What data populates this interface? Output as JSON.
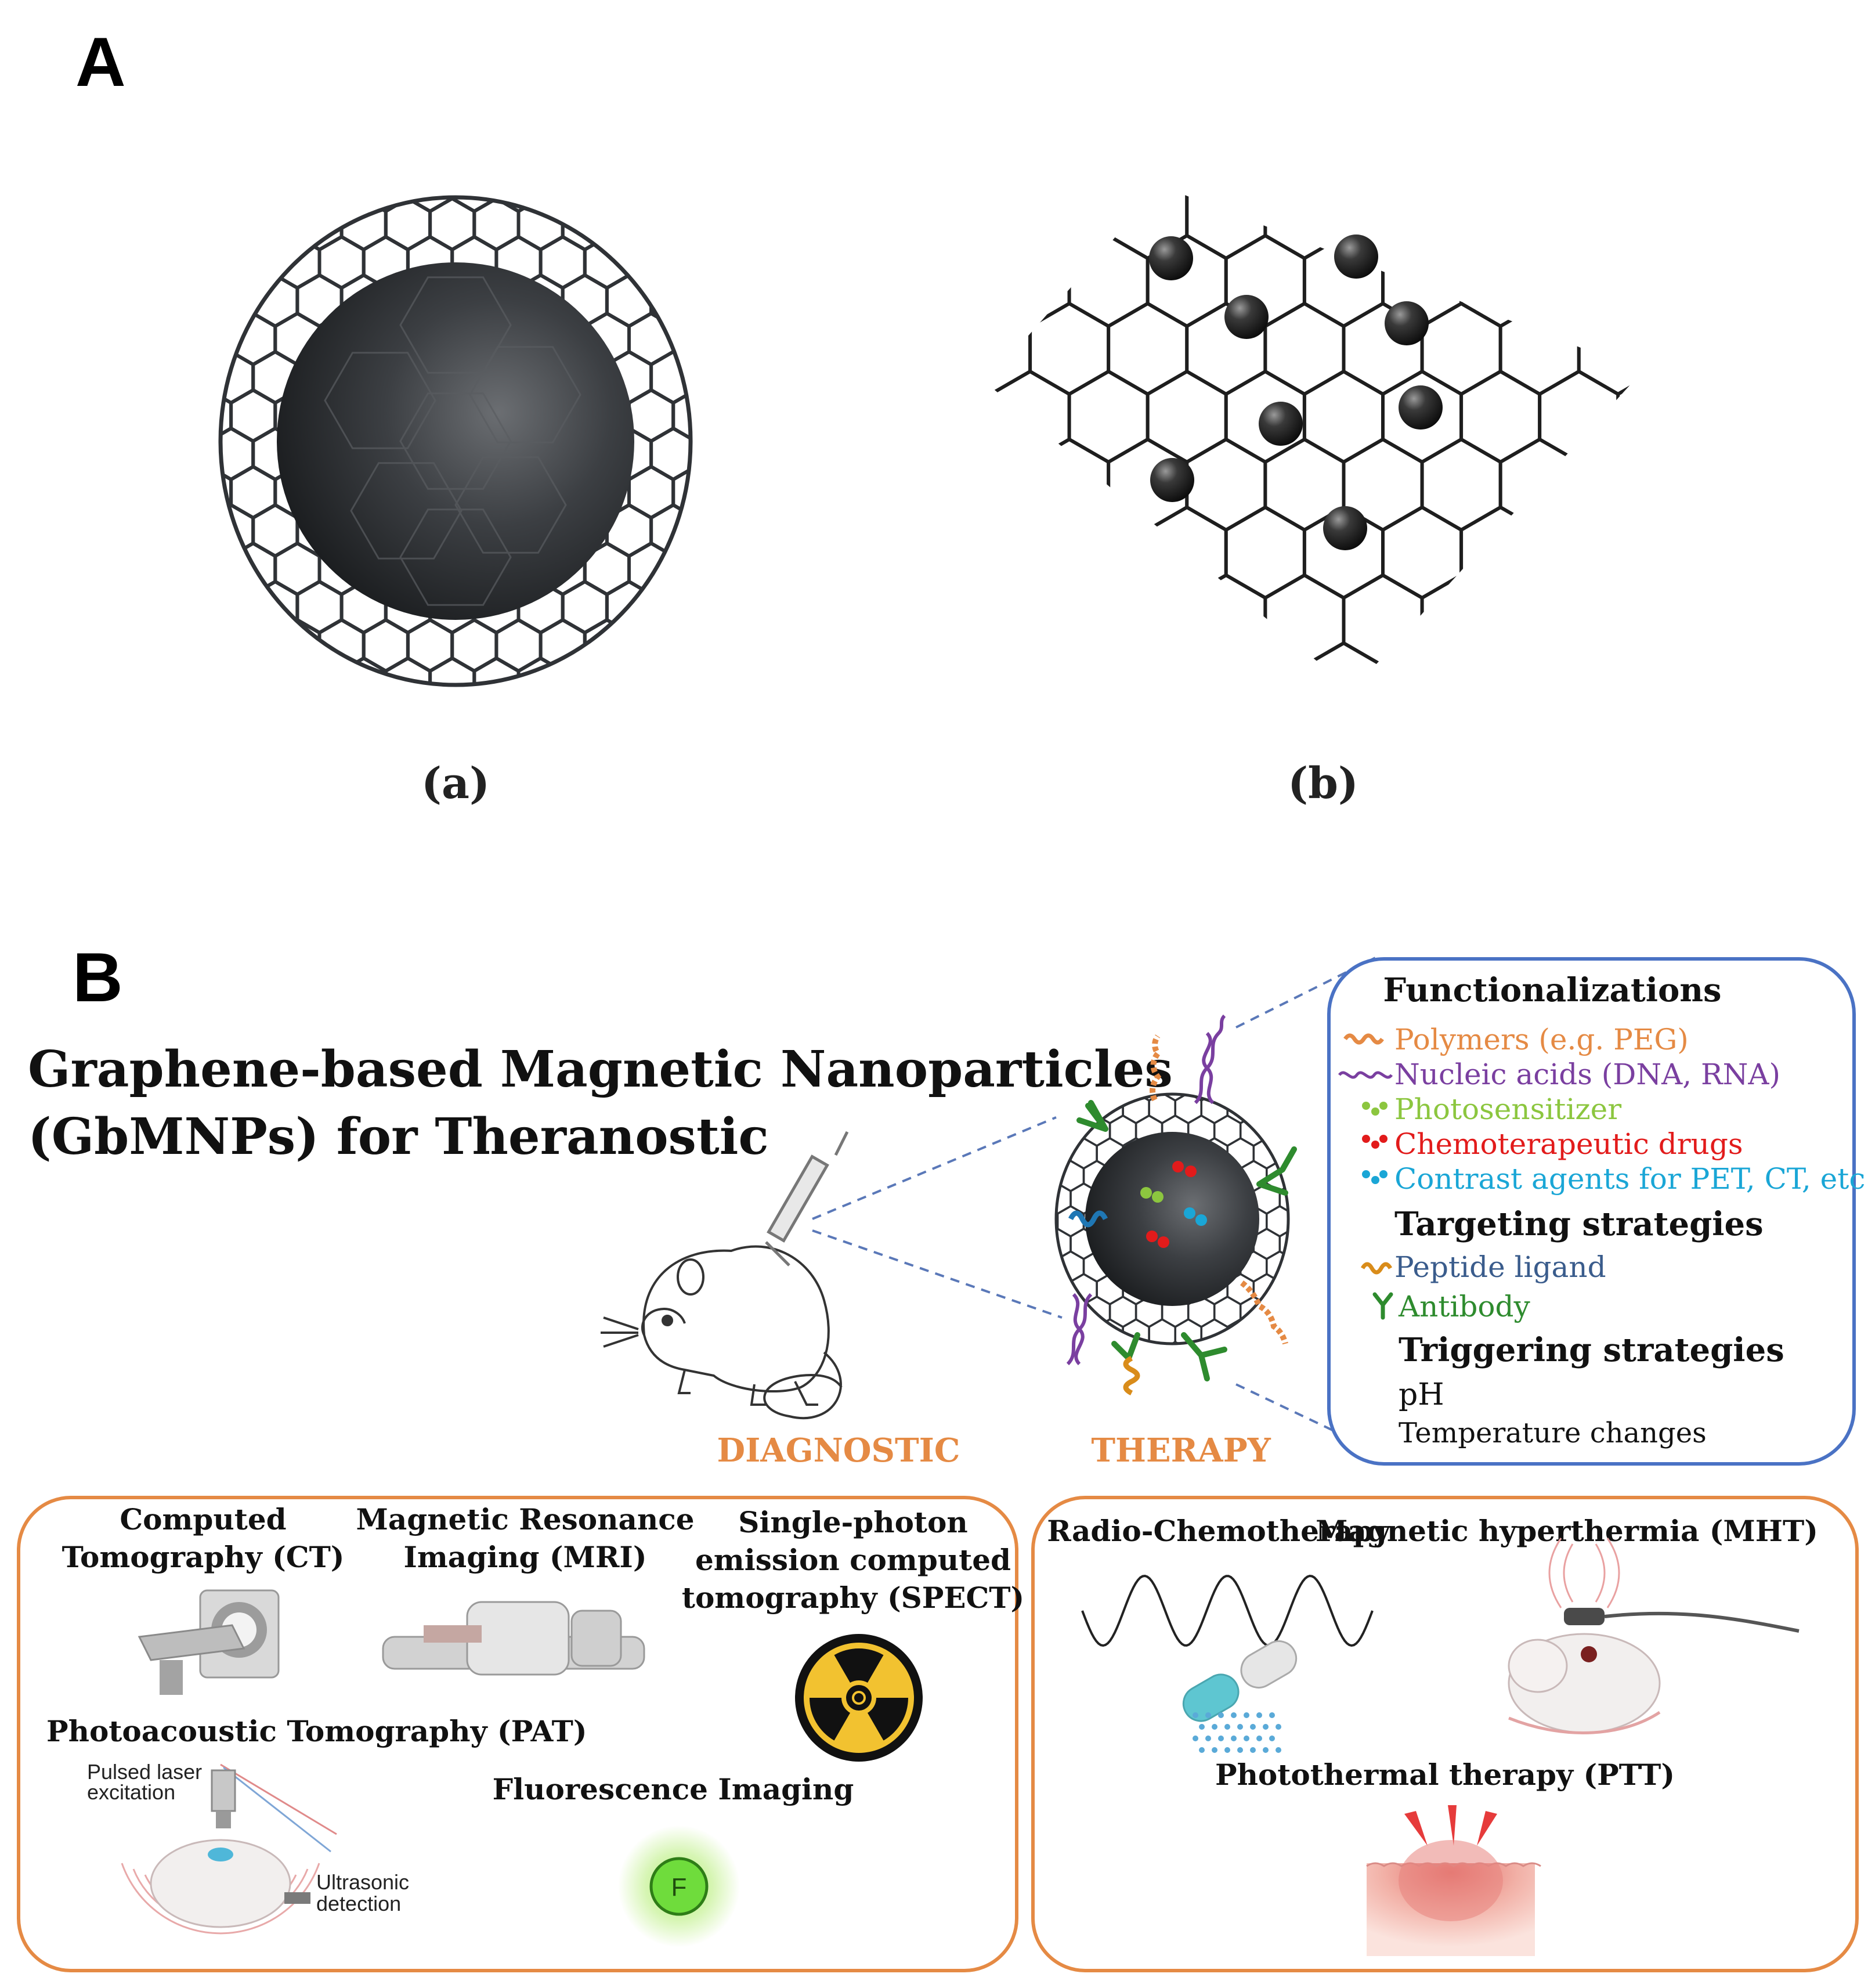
{
  "panel_a": {
    "letter": "A",
    "sub_a": "(a)",
    "sub_b": "(b)"
  },
  "panel_b": {
    "letter": "B",
    "title_line1": "Graphene-based  Magnetic  Nanoparticles",
    "title_line2": "(GbMNPs) for Theranostic"
  },
  "functionalizations": {
    "heading": "Functionalizations",
    "items": [
      {
        "label": "Polymers (e.g. PEG)",
        "color": "#e58a44"
      },
      {
        "label": "Nucleic acids (DNA, RNA)",
        "color": "#7a3fa0"
      },
      {
        "label": "Photosensitizer",
        "color": "#8cc63f"
      },
      {
        "label": "Chemoterapeutic drugs",
        "color": "#e21b1b"
      },
      {
        "label": "Contrast agents for PET, CT, etc.",
        "color": "#1aa6d6"
      }
    ],
    "targeting_heading": "Targeting strategies",
    "targeting_items": [
      {
        "label": "Peptide ligand",
        "color": "#3a5c8c"
      },
      {
        "label": "Antibody",
        "color": "#2e8b2e"
      }
    ],
    "triggering_heading": "Triggering  strategies",
    "triggering_items": [
      "pH",
      "Temperature changes"
    ]
  },
  "sections": {
    "diagnostic": "DIAGNOSTIC",
    "therapy": "THERAPY",
    "accent_color": "#e58a44",
    "box_color": "#4a72c4"
  },
  "diagnostic": {
    "ct_line1": "Computed",
    "ct_line2": "Tomography  (CT)",
    "mri_line1": "Magnetic Resonance",
    "mri_line2": "Imaging (MRI)",
    "spect_line1": "Single-photon",
    "spect_line2": "emission computed",
    "spect_line3": "tomography (SPECT)",
    "pat": "Photoacoustic Tomography (PAT)",
    "pat_laser_line1": "Pulsed laser",
    "pat_laser_line2": "excitation",
    "pat_us_line1": "Ultrasonic",
    "pat_us_line2": "detection",
    "fluorescence": "Fluorescence Imaging",
    "fluor_letter": "F"
  },
  "therapy": {
    "radio_chemo": "Radio-Chemotherapy",
    "mht": "Magnetic hyperthermia (MHT)",
    "ptt": "Photothermal therapy (PTT)"
  }
}
